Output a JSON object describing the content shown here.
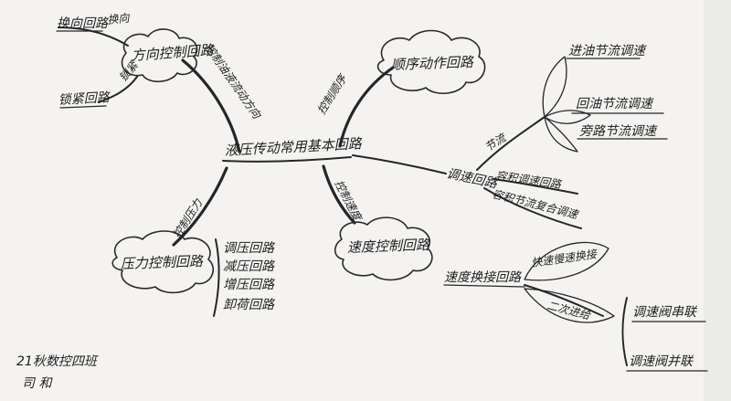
{
  "center": {
    "label": "液压传动常用基本回路"
  },
  "branches": {
    "direction": {
      "edge_label": "控制油液流动方向",
      "node": "方向控制回路",
      "children": {
        "reversing": {
          "label": "换向回路",
          "edge_label": "换向"
        },
        "locking": {
          "label": "锁紧回路",
          "edge_label": "锁紧"
        }
      }
    },
    "sequence": {
      "edge_label": "控制顺序",
      "node": "顺序动作回路"
    },
    "pressure": {
      "edge_label": "控制压力",
      "node": "压力控制回路",
      "children": [
        "调压回路",
        "减压回路",
        "增压回路",
        "卸荷回路"
      ]
    },
    "speed": {
      "edge_label": "控制速度",
      "node": "速度控制回路"
    }
  },
  "speed_regulation": {
    "label": "调速回路",
    "by_edge_label": "节流",
    "throttle": [
      "进油节流调速",
      "回油节流调速",
      "旁路节流调速"
    ],
    "volumetric": "容积调速回路",
    "combined": "容积节流复合调速"
  },
  "speed_switching": {
    "label": "速度换接回路",
    "fast_slow": "快速慢速换接",
    "two_stage": "二次进给",
    "children": [
      "调速阀串联",
      "调速阀并联"
    ]
  },
  "signature": {
    "line1": "21秋数控四班",
    "line2": "司 和"
  }
}
